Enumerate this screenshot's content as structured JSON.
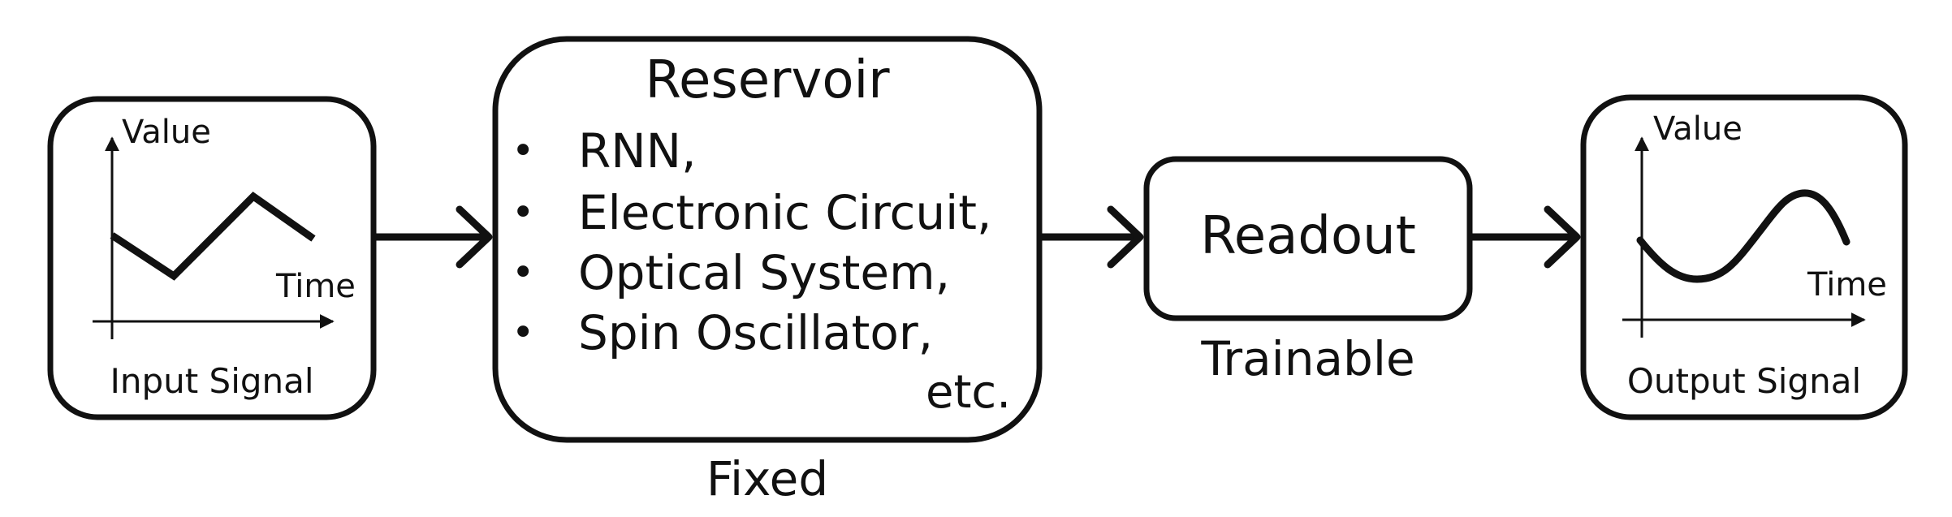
{
  "input_panel": {
    "y_axis_label": "Value",
    "x_axis_label": "Time",
    "caption": "Input Signal"
  },
  "reservoir": {
    "title": "Reservoir",
    "items": [
      "RNN,",
      "Electronic Circuit,",
      "Optical System,",
      "Spin Oscillator,"
    ],
    "bullet": "•",
    "more": "etc.",
    "caption": "Fixed"
  },
  "readout": {
    "title": "Readout",
    "caption": "Trainable"
  },
  "output_panel": {
    "y_axis_label": "Value",
    "x_axis_label": "Time",
    "caption": "Output Signal"
  },
  "colors": {
    "stroke": "#111111",
    "background": "#ffffff"
  }
}
